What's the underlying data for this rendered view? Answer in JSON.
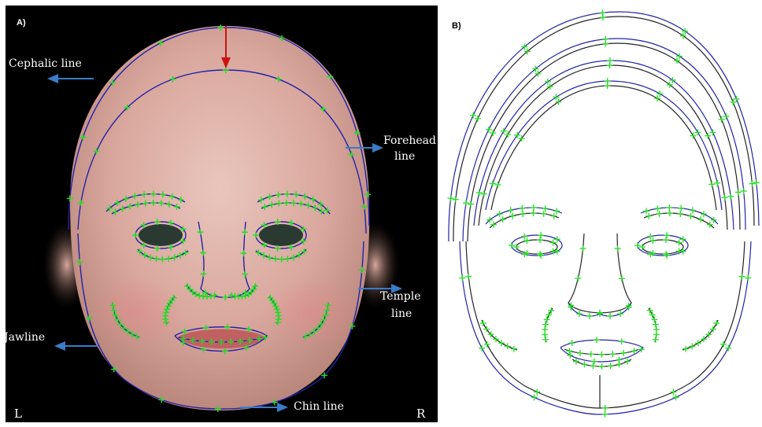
{
  "panel_a": {
    "letter": "A)",
    "labels": {
      "cephalic": "Cephalic line",
      "forehead_1": "Forehead",
      "forehead_2": "line",
      "temple_1": "Temple",
      "temple_2": "line",
      "jaw": "Jawline",
      "chin": "Chin line"
    },
    "side_left": "L",
    "side_right": "R"
  },
  "panel_b": {
    "letter": "B)"
  },
  "colors": {
    "landmark": "#22dd22",
    "contour": "#2222aa",
    "arrow": "#3a7cc8",
    "head_arrow": "#cc1111",
    "contour_alt": "#222222"
  }
}
